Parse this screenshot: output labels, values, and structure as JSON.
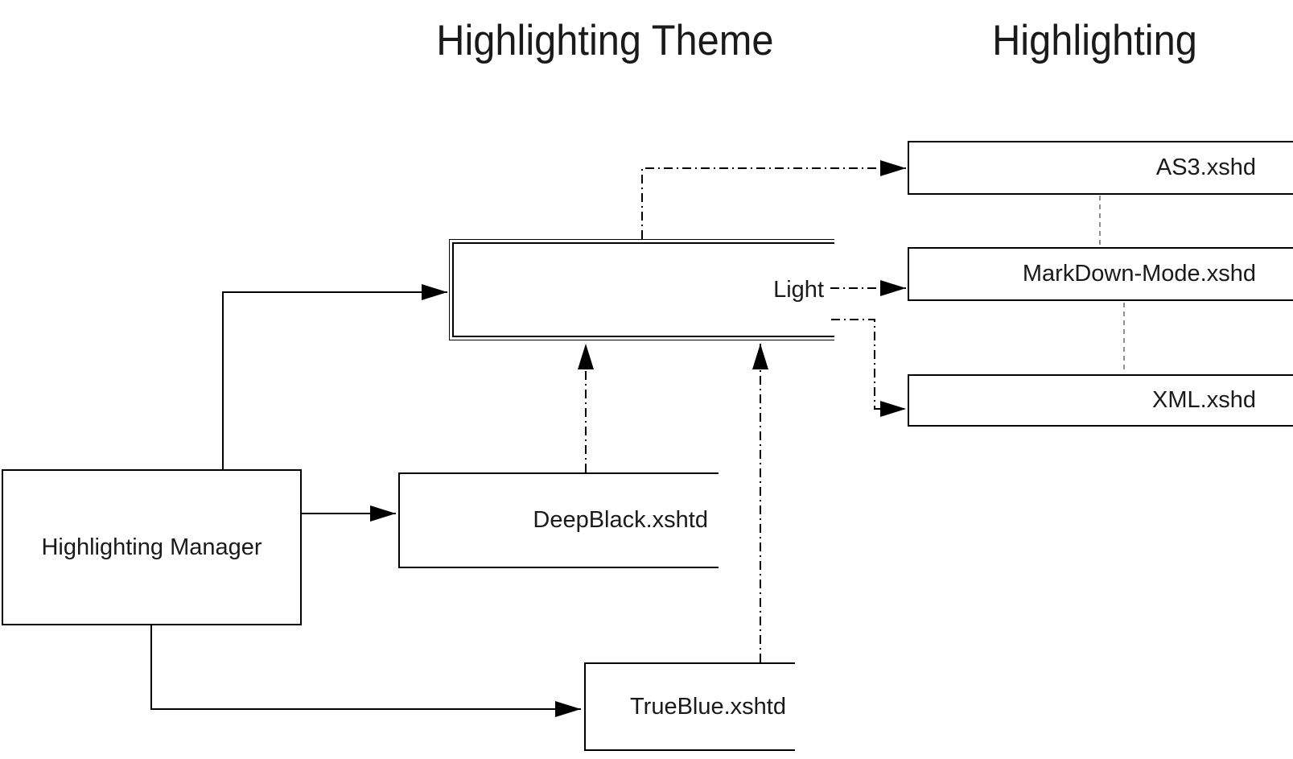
{
  "diagram": {
    "titles": {
      "theme_column": "Highlighting Theme",
      "highlighting_column": "Highlighting"
    },
    "nodes": {
      "manager": {
        "label": "Highlighting Manager",
        "type": "box"
      },
      "light_theme": {
        "label": "Light",
        "type": "double-border-box"
      },
      "deepblack": {
        "label": "DeepBlack.xshtd",
        "type": "box"
      },
      "trueblue": {
        "label": "TrueBlue.xshtd",
        "type": "box"
      },
      "as3": {
        "label": "AS3.xshd",
        "type": "box"
      },
      "markdown": {
        "label": "MarkDown-Mode.xshd",
        "type": "box"
      },
      "xml": {
        "label": "XML.xshd",
        "type": "box"
      }
    },
    "edges": [
      {
        "from": "manager",
        "to": "light_theme",
        "style": "solid-arrow"
      },
      {
        "from": "manager",
        "to": "deepblack",
        "style": "solid-arrow"
      },
      {
        "from": "manager",
        "to": "trueblue",
        "style": "solid-arrow"
      },
      {
        "from": "light_theme",
        "to": "as3",
        "style": "dash-dot-arrow"
      },
      {
        "from": "light_theme",
        "to": "markdown",
        "style": "dash-dot-arrow"
      },
      {
        "from": "light_theme",
        "to": "xml",
        "style": "dash-dot-arrow"
      },
      {
        "from": "deepblack",
        "to": "light_theme",
        "style": "dash-dot-arrow"
      },
      {
        "from": "trueblue",
        "to": "light_theme",
        "style": "dash-dot-arrow"
      },
      {
        "from": "as3",
        "to": "markdown",
        "style": "dashed-link"
      },
      {
        "from": "markdown",
        "to": "xml",
        "style": "dashed-link"
      }
    ],
    "colors": {
      "background": "#ffffff",
      "box_fill": "#ffffff",
      "line": "#000000",
      "text": "#1a1a1a",
      "dashed_link": "#6b6b6b"
    }
  }
}
